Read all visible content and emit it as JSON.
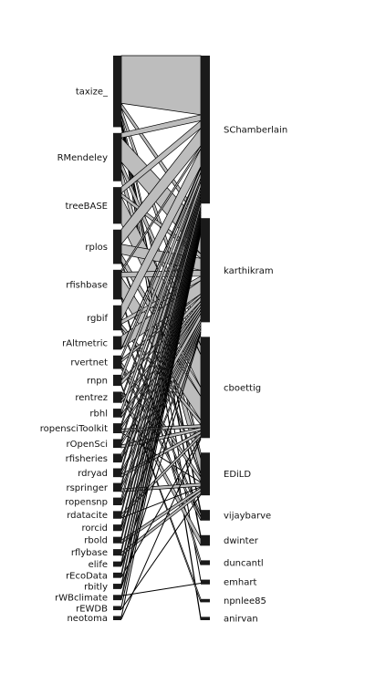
{
  "left_nodes": [
    {
      "name": "taxize_",
      "value": 60
    },
    {
      "name": "RMendeley",
      "value": 40
    },
    {
      "name": "treeBASE",
      "value": 30
    },
    {
      "name": "rplos",
      "value": 28
    },
    {
      "name": "rfishbase",
      "value": 24
    },
    {
      "name": "rgbif",
      "value": 20
    },
    {
      "name": "rAltmetric",
      "value": 10
    },
    {
      "name": "rvertnet",
      "value": 10
    },
    {
      "name": "rnpn",
      "value": 8
    },
    {
      "name": "rentrez",
      "value": 8
    },
    {
      "name": "rbhl",
      "value": 6
    },
    {
      "name": "ropensciToolkit",
      "value": 7
    },
    {
      "name": "rOpenSci",
      "value": 6
    },
    {
      "name": "rfisheries",
      "value": 6
    },
    {
      "name": "rdryad",
      "value": 6
    },
    {
      "name": "rspringer",
      "value": 6
    },
    {
      "name": "ropensnp",
      "value": 5
    },
    {
      "name": "rdatacite",
      "value": 5
    },
    {
      "name": "rorcid",
      "value": 4
    },
    {
      "name": "rbold",
      "value": 4
    },
    {
      "name": "rflybase",
      "value": 4
    },
    {
      "name": "elife",
      "value": 3
    },
    {
      "name": "rEcoData",
      "value": 3
    },
    {
      "name": "rbitly",
      "value": 3
    },
    {
      "name": "rWBclimate",
      "value": 3
    },
    {
      "name": "rEWDB",
      "value": 2
    },
    {
      "name": "neotoma",
      "value": 2
    }
  ],
  "right_nodes": [
    {
      "name": "SChamberlain",
      "value": 100
    },
    {
      "name": "karthikram",
      "value": 70
    },
    {
      "name": "cboettig",
      "value": 68
    },
    {
      "name": "EDiLD",
      "value": 28
    },
    {
      "name": "vijaybarve",
      "value": 6
    },
    {
      "name": "dwinter",
      "value": 6
    },
    {
      "name": "duncantl",
      "value": 2
    },
    {
      "name": "emhart",
      "value": 2
    },
    {
      "name": "npnlee85",
      "value": 1
    },
    {
      "name": "anirvan",
      "value": 1
    }
  ],
  "links": [
    [
      "taxize_",
      "SChamberlain",
      40
    ],
    [
      "taxize_",
      "karthikram",
      4
    ],
    [
      "taxize_",
      "cboettig",
      6
    ],
    [
      "taxize_",
      "EDiLD",
      4
    ],
    [
      "taxize_",
      "vijaybarve",
      2
    ],
    [
      "taxize_",
      "dwinter",
      2
    ],
    [
      "taxize_",
      "emhart",
      1
    ],
    [
      "taxize_",
      "anirvan",
      1
    ],
    [
      "RMendeley",
      "SChamberlain",
      4
    ],
    [
      "RMendeley",
      "karthikram",
      20
    ],
    [
      "RMendeley",
      "cboettig",
      6
    ],
    [
      "RMendeley",
      "EDiLD",
      10
    ],
    [
      "treeBASE",
      "SChamberlain",
      5
    ],
    [
      "treeBASE",
      "karthikram",
      3
    ],
    [
      "treeBASE",
      "cboettig",
      22
    ],
    [
      "rplos",
      "SChamberlain",
      12
    ],
    [
      "rplos",
      "karthikram",
      8
    ],
    [
      "rplos",
      "cboettig",
      6
    ],
    [
      "rplos",
      "EDiLD",
      2
    ],
    [
      "rfishbase",
      "SChamberlain",
      2
    ],
    [
      "rfishbase",
      "karthikram",
      4
    ],
    [
      "rfishbase",
      "cboettig",
      16
    ],
    [
      "rfishbase",
      "duncantl",
      2
    ],
    [
      "rgbif",
      "SChamberlain",
      12
    ],
    [
      "rgbif",
      "karthikram",
      3
    ],
    [
      "rgbif",
      "cboettig",
      3
    ],
    [
      "rgbif",
      "vijaybarve",
      2
    ],
    [
      "rAltmetric",
      "karthikram",
      9
    ],
    [
      "rAltmetric",
      "SChamberlain",
      1
    ],
    [
      "rvertnet",
      "SChamberlain",
      3
    ],
    [
      "rvertnet",
      "karthikram",
      2
    ],
    [
      "rvertnet",
      "EDiLD",
      3
    ],
    [
      "rvertnet",
      "vijaybarve",
      2
    ],
    [
      "rnpn",
      "SChamberlain",
      4
    ],
    [
      "rnpn",
      "karthikram",
      3
    ],
    [
      "rnpn",
      "npnlee85",
      1
    ],
    [
      "rentrez",
      "dwinter",
      4
    ],
    [
      "rentrez",
      "SChamberlain",
      2
    ],
    [
      "rentrez",
      "karthikram",
      2
    ],
    [
      "rbhl",
      "SChamberlain",
      4
    ],
    [
      "rbhl",
      "karthikram",
      2
    ],
    [
      "ropensciToolkit",
      "SChamberlain",
      2
    ],
    [
      "ropensciToolkit",
      "karthikram",
      2
    ],
    [
      "ropensciToolkit",
      "cboettig",
      2
    ],
    [
      "ropensciToolkit",
      "EDiLD",
      1
    ],
    [
      "rOpenSci",
      "SChamberlain",
      2
    ],
    [
      "rOpenSci",
      "karthikram",
      2
    ],
    [
      "rOpenSci",
      "cboettig",
      2
    ],
    [
      "rfisheries",
      "karthikram",
      4
    ],
    [
      "rfisheries",
      "SChamberlain",
      2
    ],
    [
      "rdryad",
      "SChamberlain",
      2
    ],
    [
      "rdryad",
      "karthikram",
      2
    ],
    [
      "rdryad",
      "cboettig",
      2
    ],
    [
      "rspringer",
      "SChamberlain",
      2
    ],
    [
      "rspringer",
      "karthikram",
      2
    ],
    [
      "rspringer",
      "EDiLD",
      2
    ],
    [
      "ropensnp",
      "SChamberlain",
      3
    ],
    [
      "ropensnp",
      "karthikram",
      2
    ],
    [
      "rdatacite",
      "SChamberlain",
      2
    ],
    [
      "rdatacite",
      "cboettig",
      2
    ],
    [
      "rdatacite",
      "EDiLD",
      1
    ],
    [
      "rorcid",
      "SChamberlain",
      2
    ],
    [
      "rorcid",
      "karthikram",
      2
    ],
    [
      "rbold",
      "SChamberlain",
      2
    ],
    [
      "rbold",
      "EDiLD",
      2
    ],
    [
      "rflybase",
      "SChamberlain",
      2
    ],
    [
      "rflybase",
      "EDiLD",
      2
    ],
    [
      "elife",
      "SChamberlain",
      2
    ],
    [
      "elife",
      "karthikram",
      1
    ],
    [
      "rEcoData",
      "SChamberlain",
      2
    ],
    [
      "rEcoData",
      "cboettig",
      1
    ],
    [
      "rbitly",
      "SChamberlain",
      2
    ],
    [
      "rbitly",
      "karthikram",
      1
    ],
    [
      "rWBclimate",
      "emhart",
      1
    ],
    [
      "rWBclimate",
      "SChamberlain",
      2
    ],
    [
      "rEWDB",
      "SChamberlain",
      1
    ],
    [
      "rEWDB",
      "EDiLD",
      1
    ],
    [
      "neotoma",
      "SChamberlain",
      1
    ],
    [
      "neotoma",
      "cboettig",
      1
    ]
  ]
}
